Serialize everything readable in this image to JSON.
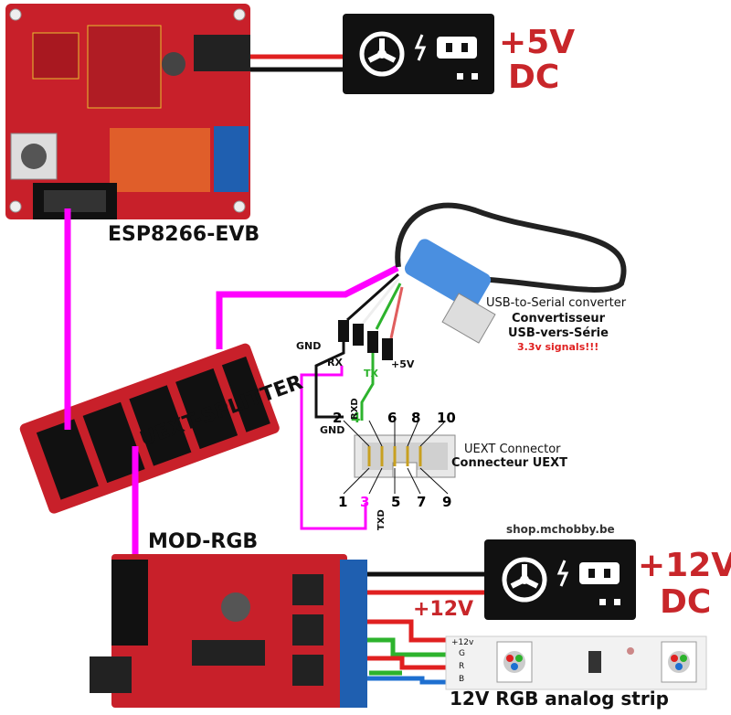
{
  "boards": {
    "esp": {
      "label": "ESP8266-EVB"
    },
    "splitter": {
      "label": "UEXT-SPLITTER"
    },
    "modrgb": {
      "label": "MOD-RGB"
    }
  },
  "psu_top": {
    "line1": "+5V",
    "line2": "DC"
  },
  "psu_bottom": {
    "line1": "+12V",
    "line2": "DC"
  },
  "usb_serial": {
    "line1": "USB-to-Serial converter",
    "line2": "Convertisseur",
    "line3": "USB-vers-Série",
    "line4": "3.3v signals!!!"
  },
  "wire_labels": {
    "gnd": "GND",
    "rx": "RX",
    "tx": "TX",
    "plus5v": "+5V"
  },
  "connector": {
    "title_en": "UEXT Connector",
    "title_fr": "Connecteur UEXT",
    "pin2": "2",
    "pin4": "4",
    "pin6": "6",
    "pin8": "8",
    "pin10": "10",
    "pin1": "1",
    "pin3": "3",
    "pin5": "5",
    "pin7": "7",
    "pin9": "9",
    "gnd": "GND",
    "rxd": "RXD",
    "txd": "TXD"
  },
  "strip": {
    "label": "12V RGB analog strip",
    "plus12": "+12v",
    "g": "G",
    "r": "R",
    "b": "B"
  },
  "plus12_wire": "+12V",
  "watermark": "shop.mchobby.be",
  "colors": {
    "magenta": "#ff00ff",
    "psu_red": "#c8262a",
    "board_red": "#c0202a",
    "wire_red": "#e02020",
    "wire_green": "#2db32d",
    "wire_blue": "#1e6fd0",
    "usb_blue": "#4a8fe0"
  }
}
